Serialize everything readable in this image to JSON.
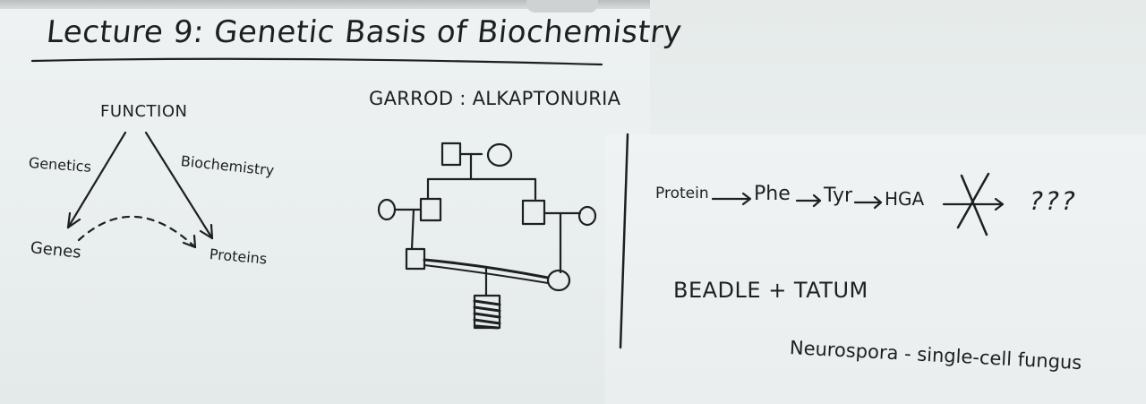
{
  "board": {
    "title": "Lecture 9: Genetic Basis of Biochemistry",
    "triangle": {
      "top": "FUNCTION",
      "left_edge": "Genetics",
      "right_edge": "Biochemistry",
      "bottom_left": "Genes",
      "bottom_right": "Proteins"
    },
    "garrod_heading": "GARROD : ALKAPTONURIA",
    "pathway": {
      "steps": [
        "Protein",
        "Phe",
        "Tyr",
        "HGA"
      ],
      "unknown": "???"
    },
    "beadle_tatum": "BEADLE + TATUM",
    "neurospora": "Neurospora - single-cell fungus"
  },
  "colors": {
    "ink": "#1e1f21",
    "board": "#eef2f2",
    "rail": "#bcbfbf"
  }
}
